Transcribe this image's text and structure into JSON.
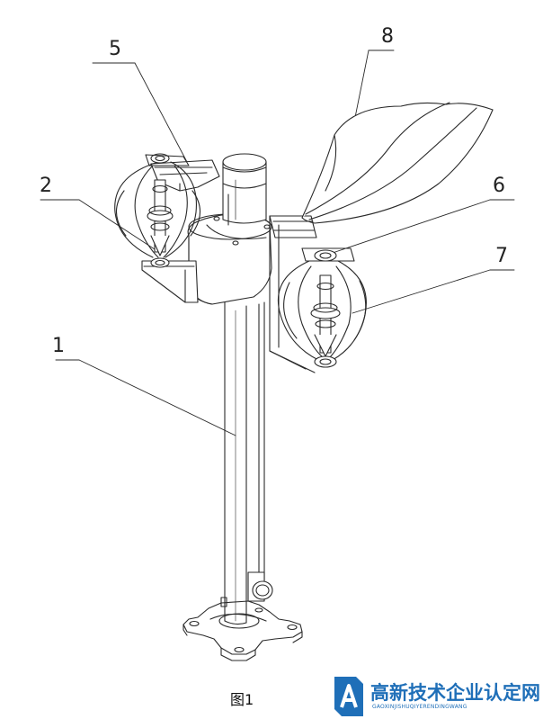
{
  "figure": {
    "caption": "图1",
    "callouts": [
      {
        "id": "1",
        "text": "1"
      },
      {
        "id": "2",
        "text": "2"
      },
      {
        "id": "5",
        "text": "5"
      },
      {
        "id": "6",
        "text": "6"
      },
      {
        "id": "7",
        "text": "7"
      },
      {
        "id": "8",
        "text": "8"
      }
    ]
  },
  "watermark": {
    "name": "高新技术企业认定网",
    "subtitle": "GAOXINJISHUQIYERENDINGWANG",
    "logo_letter": "A",
    "color": "#1f6fb8"
  },
  "colors": {
    "line": "#2a2a2a",
    "shade": "#d9d9d9",
    "paper": "#ffffff"
  }
}
